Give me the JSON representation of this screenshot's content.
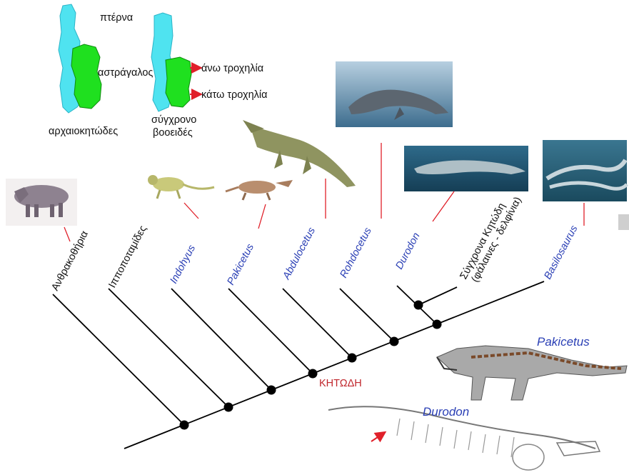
{
  "bones": {
    "label_calcaneus": "πτέρνα",
    "label_astragalus": "αστράγαλος",
    "label_ancient": "αρχαιοκητώδες",
    "label_upper_trochlea": "άνω τροχηλία",
    "label_lower_trochlea": "κάτω τροχηλία",
    "label_modern_line1": "σύγχρονο",
    "label_modern_line2": "βοοειδές"
  },
  "taxa": {
    "anthracotheres": "Ανθρακοθήρια",
    "hippos": "Ιπποποταμίδες",
    "indohyus": "Indohyus",
    "pakicetus": "Pakicetus",
    "abdulocetus": "Abdulocetus",
    "rohdocetus": "Rohdocetus",
    "durodon": "Durodon",
    "basilosaurus": "Basilosaurus",
    "modern_line1": "Σύγχρονα Κητώδη",
    "modern_line2": "(φάλαινες - δελφίνια)"
  },
  "clade_label": "ΚΗΤΩΔΗ",
  "skeletons": {
    "pakicetus": "Pakicetus",
    "durodon": "Durodon"
  },
  "colors": {
    "calcaneus": "#4fe3f0",
    "astragalus": "#1fe01f",
    "arrow": "#e0202a",
    "taxon_blue": "#2a3fb5",
    "clade_red": "#c0262c"
  }
}
